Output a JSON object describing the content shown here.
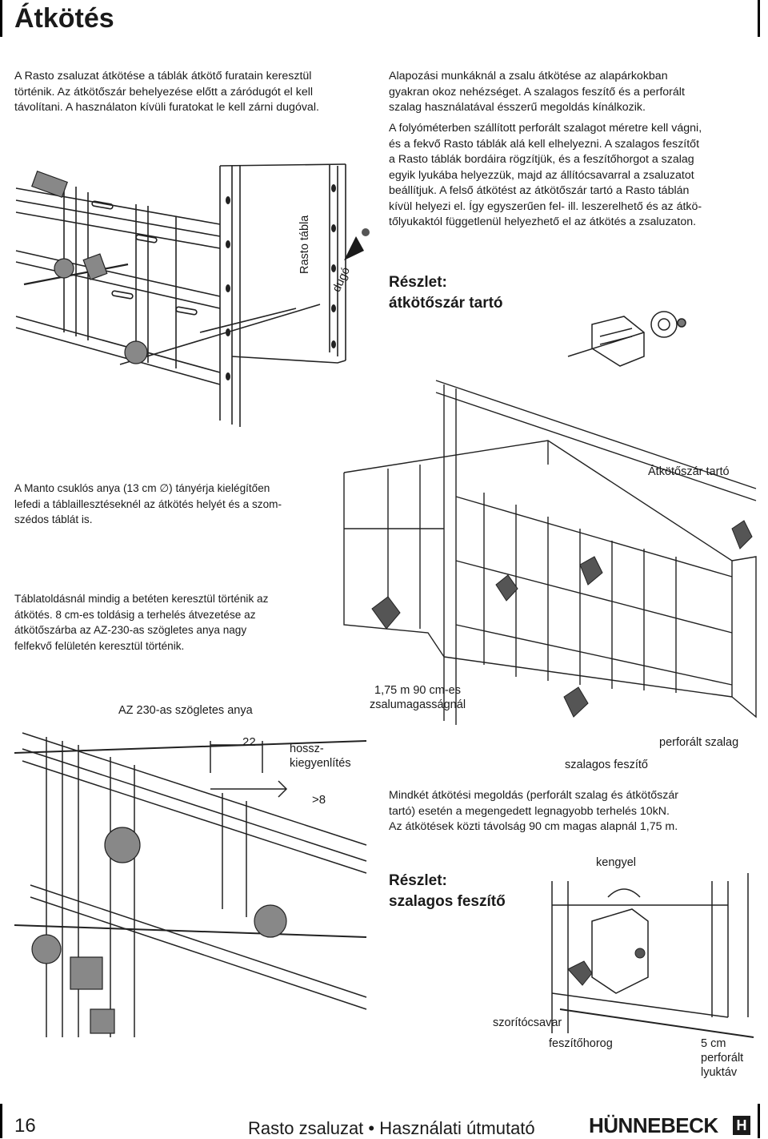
{
  "page": {
    "title": "Átkötés",
    "page_number": "16",
    "footer_title": "Rasto zsaluzat • Használati útmutató",
    "brand": "HÜNNEBECK",
    "brand_mark": "H"
  },
  "left_intro": {
    "lines": [
      "A Rasto zsaluzat átkötése a táblák átkötő furatain keresztül",
      "történik. Az átkötőszár behelyezése előtt a záródugót el kell",
      "távolítani. A használaton kívüli furatokat le kell zárni dugóval."
    ]
  },
  "right_intro": {
    "lines": [
      "Alapozási munkáknál a zsalu átkötése az alapárkokban",
      "gyakran okoz nehézséget. A szalagos feszítő és a perforált",
      "szalag használatával ésszerű megoldás kínálkozik."
    ],
    "lines2": [
      "A folyóméterben szállított perforált szalagot méretre kell vágni,",
      "és a fekvő Rasto táblák alá kell elhelyezni. A szalagos feszítőt",
      "a Rasto táblák bordáira rögzítjük, és a feszítőhorgot a szalag",
      "egyik lyukába helyezzük, majd az állítócsavarral a zsaluzatot",
      "beállítjuk. A felső átkötést az átkötőszár tartó a Rasto táblán",
      "kívül helyezi el. Így egyszerűen fel- ill. leszerelhető és az átkö-",
      "tőlyukaktól függetlenül helyezhető el az átkötés a zsaluzaton."
    ]
  },
  "detail1": {
    "line1": "Részlet:",
    "line2": "átkötőszár tartó"
  },
  "detail2": {
    "line1": "Részlet:",
    "line2": "szalagos feszítő"
  },
  "manto_note": {
    "lines": [
      "A Manto csuklós anya (13 cm ∅) tányérja kielégítően",
      "lefedi a táblaillesztéseknél az átkötés helyét és a szom-",
      "szédos táblát is."
    ]
  },
  "side_note": {
    "lines": [
      "Táblatoldásnál mindig a betéten keresztül történik az",
      "átkötés. 8 cm-es toldásig a terhelés átvezetése az",
      "átkötőszárba az AZ-230-as szögletes anya nagy",
      "felfekvő felületén keresztül történik."
    ]
  },
  "both_note": {
    "lines": [
      "Mindkét átkötési megoldás (perforált szalag és átkötőszár",
      "tartó) esetén a megengedett legnagyobb terhelés 10kN.",
      "Az átkötések közti távolság 90 cm magas alapnál 1,75 m."
    ]
  },
  "labels": {
    "rasto_tabla": "Rasto tábla",
    "dugo": "dugó",
    "atkoto_tarto": "Átkötőszár tartó",
    "az230": "AZ 230-as szögletes anya",
    "hossz1": "hossz-",
    "hossz2": "kiegyenlítés",
    "dim22": "22",
    "dim8": ">8",
    "spacing1": "1,75 m 90 cm-es",
    "spacing2": "zsalumagasságnál",
    "perforalt": "perforált szalag",
    "szalagos": "szalagos feszítő",
    "kengyel": "kengyel",
    "szoritocsavar": "szorítócsavar",
    "feszitohorog": "feszítőhorog",
    "five1": "5 cm",
    "five2": "perforált",
    "five3": "lyuktáv"
  }
}
